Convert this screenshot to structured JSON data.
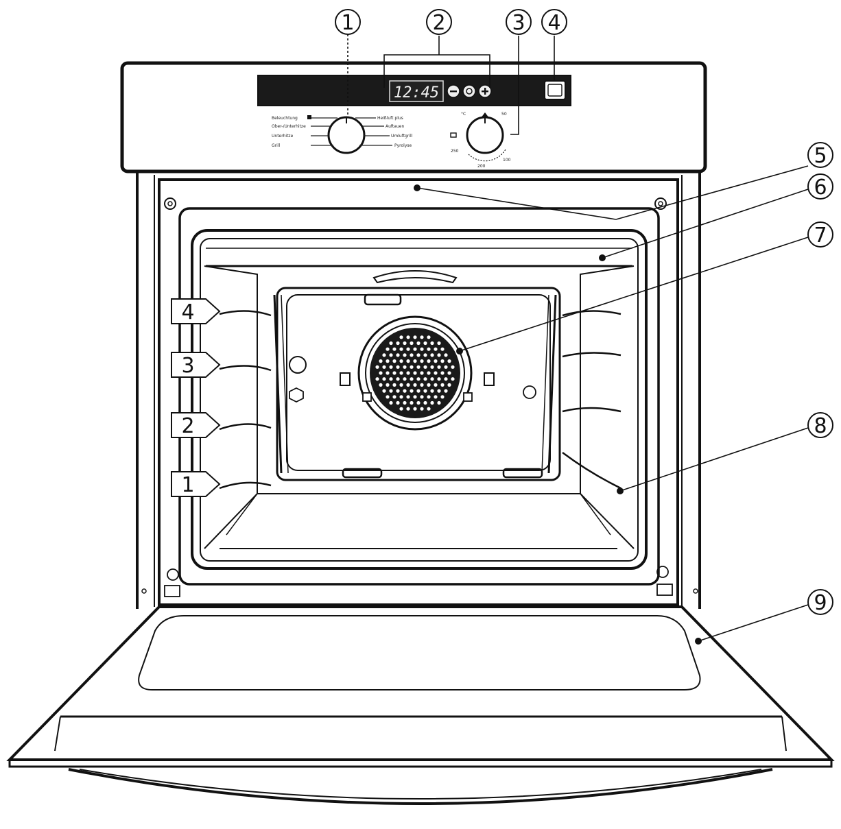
{
  "display": {
    "time": "12:45"
  },
  "callouts": [
    "1",
    "2",
    "3",
    "4",
    "5",
    "6",
    "7",
    "8",
    "9"
  ],
  "shelf_levels": [
    "4",
    "3",
    "2",
    "1"
  ],
  "mode_labels": {
    "left": [
      "Beleuchtung",
      "Ober-/Unterhitze",
      "Unterhitze",
      "Grill"
    ],
    "right": [
      "Heißluft plus",
      "Auftauen",
      "Umluftgrill",
      "Pyrolyse"
    ]
  },
  "temp_labels": [
    "°C",
    "50",
    "100",
    "200",
    "250"
  ]
}
